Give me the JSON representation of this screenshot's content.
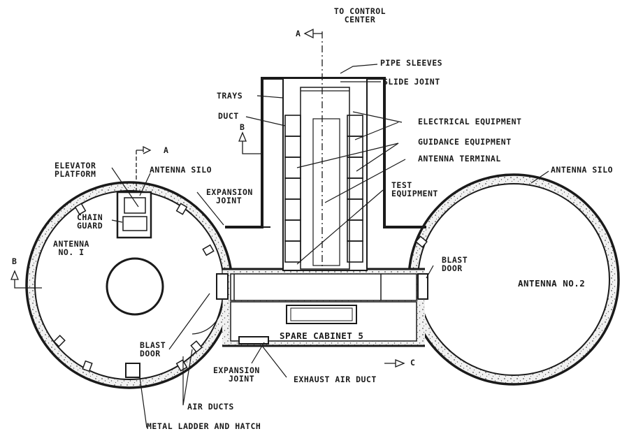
{
  "labels": {
    "to_control_center_1": "TO CONTROL",
    "to_control_center_2": "CENTER",
    "section_a_top": "A",
    "section_a_left": "A",
    "section_b_left": "B",
    "section_b_upper": "B",
    "section_c": "C",
    "pipe_sleeves": "PIPE SLEEVES",
    "slide_joint": "SLIDE JOINT",
    "trays": "TRAYS",
    "duct": "DUCT",
    "electrical_equipment": "ELECTRICAL EQUIPMENT",
    "guidance_equipment": "GUIDANCE EQUIPMENT",
    "antenna_terminal": "ANTENNA TERMINAL",
    "test_equipment_1": "TEST",
    "test_equipment_2": "EQUIPMENT",
    "elevator_platform_1": "ELEVATOR",
    "elevator_platform_2": "PLATFORM",
    "antenna_silo_left": "ANTENNA SILO",
    "antenna_silo_right": "ANTENNA SILO",
    "expansion_joint_top_1": "EXPANSION",
    "expansion_joint_top_2": "JOINT",
    "chain_guard_1": "CHAIN",
    "chain_guard_2": "GUARD",
    "antenna_no1_1": "ANTENNA",
    "antenna_no1_2": "NO. I",
    "antenna_no2": "ANTENNA NO.2",
    "blast_door_left_1": "BLAST",
    "blast_door_left_2": "DOOR",
    "blast_door_right_1": "BLAST",
    "blast_door_right_2": "DOOR",
    "spare_cabinet": "SPARE CABINET 5",
    "expansion_joint_bottom_1": "EXPANSION",
    "expansion_joint_bottom_2": "JOINT",
    "exhaust_air_duct": "EXHAUST AIR DUCT",
    "air_ducts": "AIR DUCTS",
    "metal_ladder": "METAL LADDER AND HATCH"
  }
}
